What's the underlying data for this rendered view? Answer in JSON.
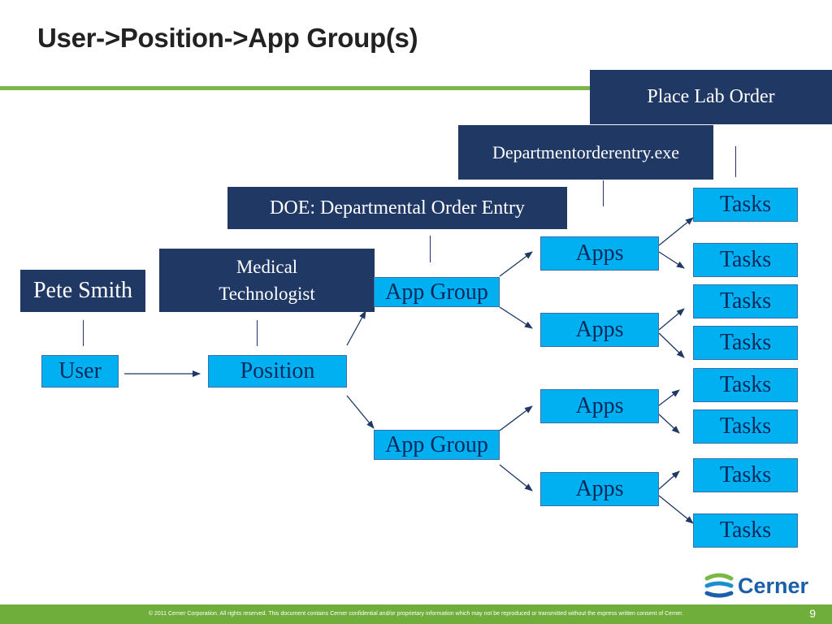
{
  "slide": {
    "title": "User->Position->App Group(s)",
    "page_number": "9",
    "footer": "© 2011 Cerner Corporation. All rights reserved. This document contains Cerner confidential and/or proprietary information which may not be reproduced or transmitted without the express written consent of Cerner.",
    "logo_text": "Cerner"
  },
  "labels": {
    "place_lab_order": "Place Lab Order",
    "dept_exe": "Departmentorderentry.exe",
    "doe": "DOE: Departmental Order Entry",
    "medical_technologist_line1": "Medical",
    "medical_technologist_line2": "Technologist",
    "pete_smith": "Pete Smith"
  },
  "nodes": {
    "user": "User",
    "position": "Position",
    "app_group": "App Group",
    "apps": "Apps",
    "tasks": "Tasks"
  },
  "colors": {
    "dark_label": "#1f3864",
    "node_fill": "#00b0f0",
    "accent_green": "#7ab648"
  }
}
